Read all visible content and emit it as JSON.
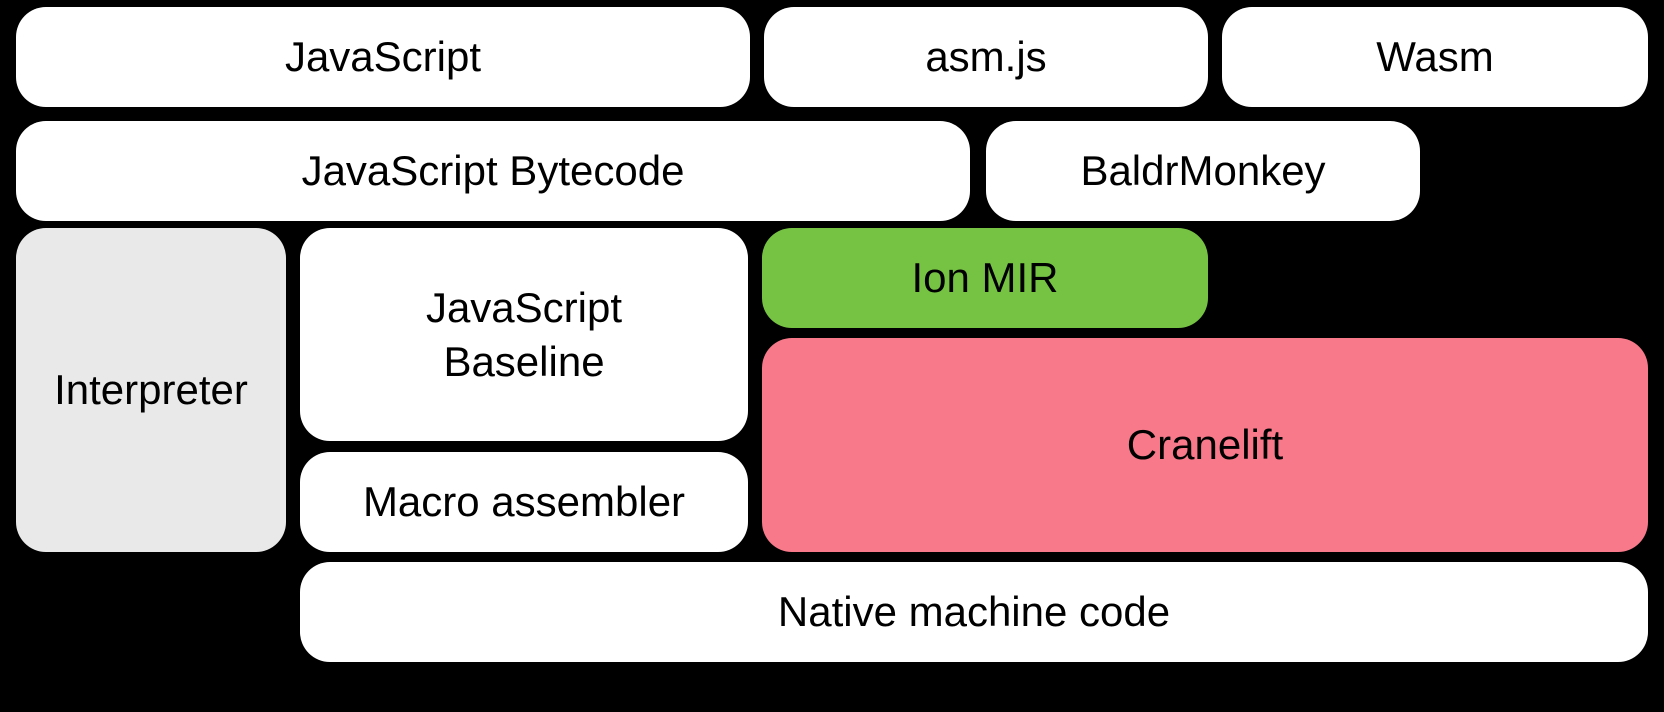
{
  "colors": {
    "background": "#000000",
    "box_white": "#ffffff",
    "box_gray": "#e9e9e9",
    "box_green": "#76c344",
    "box_pink": "#f7798a",
    "text": "#000000"
  },
  "diagram": {
    "boxes": [
      {
        "id": "javascript",
        "label": "JavaScript"
      },
      {
        "id": "asm-js",
        "label": "asm.js"
      },
      {
        "id": "wasm",
        "label": "Wasm"
      },
      {
        "id": "javascript-bytecode",
        "label": "JavaScript Bytecode"
      },
      {
        "id": "baldrmonkey",
        "label": "BaldrMonkey"
      },
      {
        "id": "interpreter",
        "label": "Interpreter"
      },
      {
        "id": "javascript-baseline",
        "label": "JavaScript Baseline"
      },
      {
        "id": "ion-mir",
        "label": "Ion MIR"
      },
      {
        "id": "cranelift",
        "label": "Cranelift"
      },
      {
        "id": "macro-assembler",
        "label": "Macro assembler"
      },
      {
        "id": "native-machine-code",
        "label": "Native machine code"
      }
    ]
  }
}
